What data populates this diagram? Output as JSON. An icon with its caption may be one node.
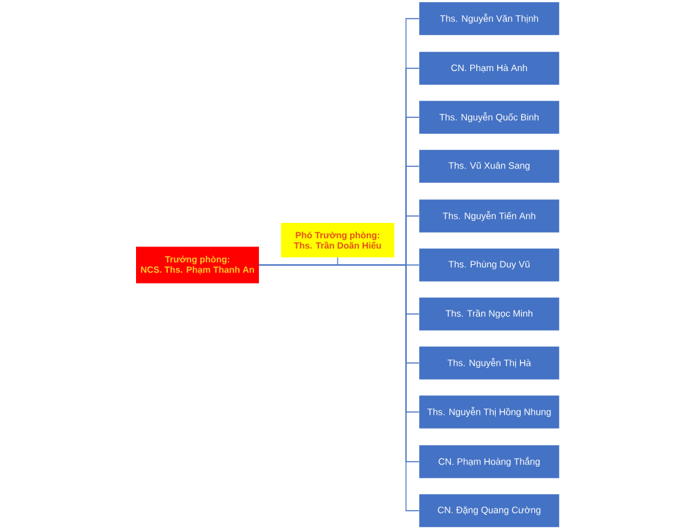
{
  "diagram": {
    "nodes": [
      {
        "text": [
          "Trưởng phòng:",
          "NCS. Ths. Phạm Thanh An"
        ]
      },
      {
        "text": [
          "Phó Trường phòng:",
          "Ths. Trần Doãn Hiếu"
        ]
      },
      {
        "text": [
          "Ths. Nguyễn Văn Thịnh"
        ]
      },
      {
        "text": [
          "CN. Phạm Hà Anh"
        ]
      },
      {
        "text": [
          "Ths. Nguyễn Quốc Binh"
        ]
      },
      {
        "text": [
          "Ths. Vũ Xuân Sang"
        ]
      },
      {
        "text": [
          "Ths. Nguyễn Tiến Anh"
        ]
      },
      {
        "text": [
          "Ths. Phùng Duy Vũ"
        ]
      },
      {
        "text": [
          "Ths. Trần Ngọc Minh"
        ]
      },
      {
        "text": [
          "Ths. Nguyễn Thị Hà"
        ]
      },
      {
        "text": [
          "Ths. Nguyễn Thị Hồng Nhung"
        ]
      },
      {
        "text": [
          "CN. Phạm Hoàng Thắng"
        ]
      },
      {
        "text": [
          "CN. Đặng Quang Cường"
        ]
      }
    ],
    "edges": [
      {
        "from": 0,
        "to": 1,
        "arrow": "none"
      },
      {
        "from": 0,
        "to": 2,
        "arrow": "none"
      },
      {
        "from": 0,
        "to": 3,
        "arrow": "none"
      },
      {
        "from": 0,
        "to": 4,
        "arrow": "none"
      },
      {
        "from": 0,
        "to": 5,
        "arrow": "none"
      },
      {
        "from": 0,
        "to": 6,
        "arrow": "none"
      },
      {
        "from": 0,
        "to": 7,
        "arrow": "none"
      },
      {
        "from": 0,
        "to": 8,
        "arrow": "none"
      },
      {
        "from": 0,
        "to": 9,
        "arrow": "none"
      },
      {
        "from": 0,
        "to": 10,
        "arrow": "none"
      },
      {
        "from": 0,
        "to": 11,
        "arrow": "none"
      },
      {
        "from": 0,
        "to": 12,
        "arrow": "none"
      }
    ]
  }
}
